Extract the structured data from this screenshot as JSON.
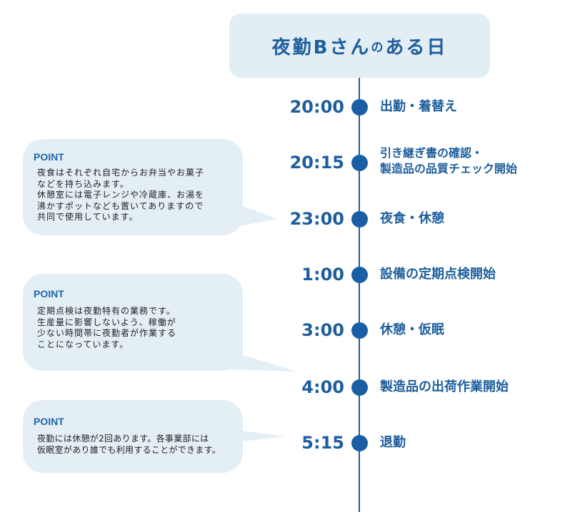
{
  "title": {
    "main": "夜勤Bさん",
    "particle": "の",
    "rest": "ある日"
  },
  "timeline": [
    {
      "time": "20:00",
      "label": "出勤・着替え"
    },
    {
      "time": "20:15",
      "label": "引き継ぎ書の確認・\n製造品の品質チェック開始"
    },
    {
      "time": "23:00",
      "label": "夜食・休憩"
    },
    {
      "time": "1:00",
      "label": "設備の定期点検開始"
    },
    {
      "time": "3:00",
      "label": "休憩・仮眠"
    },
    {
      "time": "4:00",
      "label": "製造品の出荷作業開始"
    },
    {
      "time": "5:15",
      "label": "退勤"
    }
  ],
  "points": [
    {
      "heading": "POINT",
      "text": "夜食はそれぞれ自宅からお弁当やお菓子\nなどを持ち込みます。\n休憩室には電子レンジや冷蔵庫、お湯を\n沸かすポットなども置いてありますので\n共同で使用しています。"
    },
    {
      "heading": "POINT",
      "text": "定期点検は夜勤特有の業務です。\n生産量に影響しないよう、稼働が\n少ない時間帯に夜勤者が作業する\nことになっています。"
    },
    {
      "heading": "POINT",
      "text": "夜勤には休憩が2回あります。各事業部には\n仮眠室があり誰でも利用することができます。"
    }
  ],
  "colors": {
    "accent": "#1d5e9c",
    "bubble": "#e3edf4"
  }
}
